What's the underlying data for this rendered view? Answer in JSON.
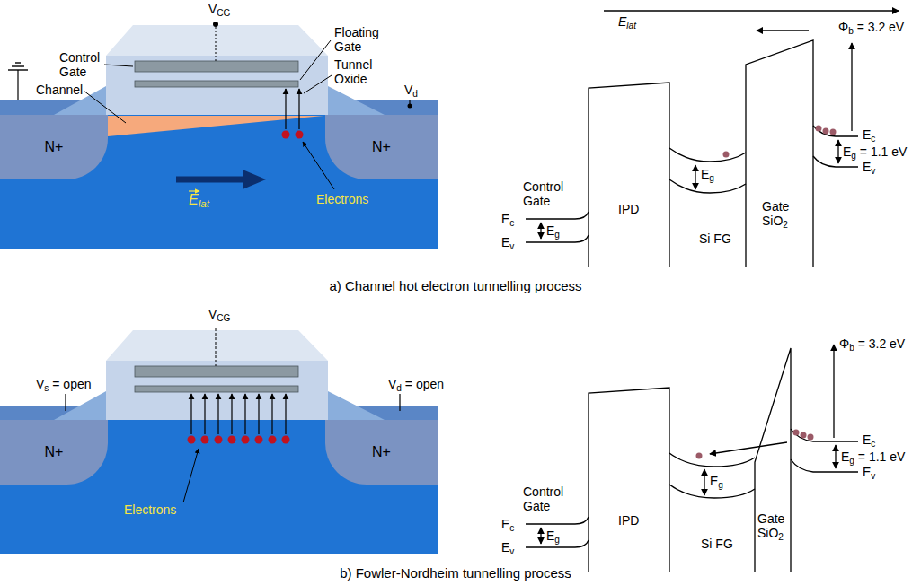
{
  "diagram": {
    "nodes": [
      {
        "text": [
          "N+"
        ]
      },
      {
        "text": [
          "N+"
        ]
      },
      {
        "text": [
          "N+"
        ]
      },
      {
        "text": [
          "N+"
        ]
      }
    ],
    "labels": [
      "VCG",
      "Control Gate",
      "Floating Gate",
      "Channel",
      "Vd",
      "Tunnel Oxide",
      "Elat",
      "Electrons",
      "Elat",
      "Φb = 3.2 eV",
      "Eg = 1.1 eV",
      "Ec",
      "Ev",
      "Control Gate",
      "Ec",
      "Eg",
      "Ev",
      "IPD",
      "Eg",
      "Si FG",
      "Gate SiO2",
      "a) Channel hot electron tunnelling process",
      "VCG",
      "Vs = open",
      "Vd = open",
      "Electrons",
      "Φb = 3.2 eV",
      "Ec",
      "Eg = 1.1 eV",
      "Ev",
      "Control Gate",
      "Ec",
      "Eg",
      "Ev",
      "IPD",
      "Eg",
      "Si FG",
      "Gate SiO2",
      "b) Fowler-Nordheim tunnelling process"
    ]
  }
}
